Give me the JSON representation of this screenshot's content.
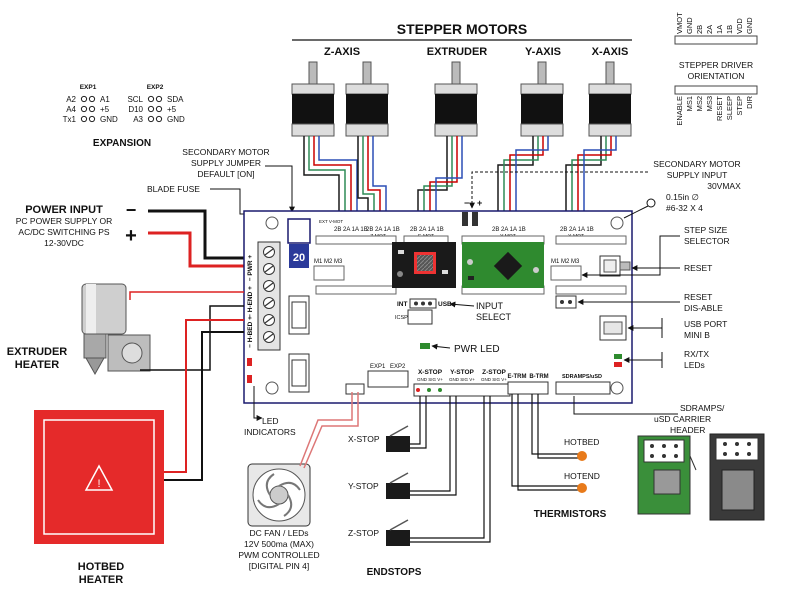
{
  "title": "STEPPER MOTORS",
  "motors": {
    "z": "Z-AXIS",
    "extruder": "EXTRUDER",
    "y": "Y-AXIS",
    "x": "X-AXIS"
  },
  "driver_pins": [
    "VMOT",
    "GND",
    "2B",
    "2A",
    "1A",
    "1B",
    "VDD",
    "GND"
  ],
  "driver_orientation": {
    "line1": "STEPPER DRIVER",
    "line2": "ORIENTATION"
  },
  "driver_pins_bottom": [
    "ENABLE",
    "MS1",
    "MS2",
    "MS3",
    "RESET",
    "SLEEP",
    "STEP",
    "DIR"
  ],
  "expansion": {
    "exp1": "EXP1",
    "exp2": "EXP2",
    "label": "EXPANSION",
    "exp1_left": [
      "A2",
      "A4",
      "Tx1"
    ],
    "exp1_right": [
      "A1",
      "+5",
      "GND"
    ],
    "exp2_left": [
      "SCL",
      "D10",
      "A3"
    ],
    "exp2_right": [
      "SDA",
      "+5",
      "GND"
    ]
  },
  "secondary_jumper": {
    "line1": "SECONDARY MOTOR",
    "line2": "SUPPLY JUMPER",
    "line3": "DEFAULT [ON]"
  },
  "secondary_input": {
    "line1": "SECONDARY MOTOR",
    "line2": "SUPPLY INPUT",
    "line3": "30VMAX"
  },
  "mount_hole": {
    "line1": "0.15in ∅",
    "line2": "#6-32 X 4"
  },
  "blade_fuse": "BLADE FUSE",
  "power_input": {
    "title": "POWER INPUT",
    "line1": "PC POWER SUPPLY OR",
    "line2": "AC/DC SWITCHING PS",
    "line3": "12-30VDC",
    "minus": "−",
    "plus": "+"
  },
  "step_size": {
    "line1": "STEP SIZE",
    "line2": "SELECTOR"
  },
  "reset": "RESET",
  "reset_disable": {
    "line1": "RESET",
    "line2": "DIS-ABLE"
  },
  "usb_port": {
    "line1": "USB PORT",
    "line2": "MINI B"
  },
  "rxtx": {
    "line1": "RX/TX",
    "line2": "LEDs"
  },
  "input_select": {
    "line1": "INPUT",
    "line2": "SELECT"
  },
  "pwr_led": "PWR LED",
  "extruder_heater": {
    "line1": "EXTRUDER",
    "line2": "HEATER"
  },
  "hotbed_heater": {
    "line1": "HOTBED",
    "line2": "HEATER"
  },
  "led_indicators": {
    "line1": "LED",
    "line2": "INDICATORS"
  },
  "fan": {
    "line1": "DC FAN / LEDs",
    "line2": "12V 500ma (MAX)",
    "line3": "PWM CONTROLLED",
    "line4": "[DIGITAL PIN 4]"
  },
  "endstops": {
    "x": "X-STOP",
    "y": "Y-STOP",
    "z": "Z-STOP",
    "label": "ENDSTOPS"
  },
  "thermistors": {
    "hotbed": "HOTBED",
    "hotend": "HOTEND",
    "label": "THERMISTORS"
  },
  "sdramps": {
    "line1": "SDRAMPS/",
    "line2": "uSD CARRIER",
    "line3": "HEADER"
  },
  "board": {
    "fuse": "20",
    "ext_vmot": "EXT V-MOT",
    "pins_2b2a1a1b": "2B 2A 1A 1B",
    "z_mot": "Z-MOT",
    "e_mot": "E-MOT",
    "y_mot": "Y-MOT",
    "x_mot": "X-MOT",
    "ms": "M1 M2 M3",
    "pwr": "− PWR +",
    "h_end": "− H-END +",
    "h_bed": "− H-BED +",
    "int": "INT",
    "usb": "USB",
    "icsp": "ICSP",
    "exp1": "EXP1",
    "exp2": "EXP2",
    "xstop": "X-STOP",
    "ystop": "Y-STOP",
    "zstop": "Z-STOP",
    "stop_pins": "GND SIG V+",
    "e_trm": "E-TRM",
    "b_trm": "B-TRM",
    "sdramps": "SDRAMPS/uSD"
  }
}
